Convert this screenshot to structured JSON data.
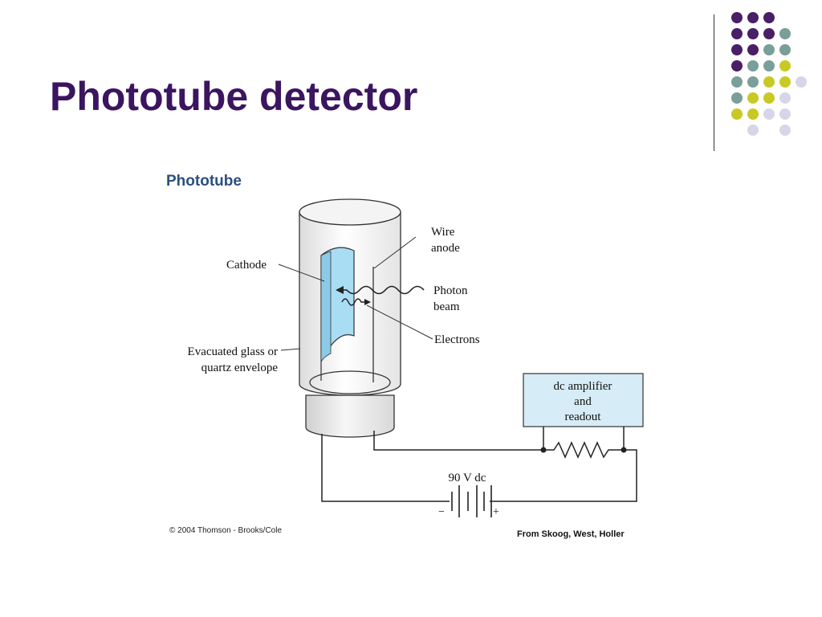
{
  "slide": {
    "title": "Phototube detector"
  },
  "palette": {
    "title_color": "#3b1560",
    "dot_purple": "#4a1f66",
    "dot_teal": "#7a9e9a",
    "dot_yellow": "#c9c924",
    "dot_lavender": "#d7d6e8",
    "cathode_fill": "#a9ddf3",
    "readout_fill": "#d6ecf6"
  },
  "figure": {
    "heading": "Phototube",
    "labels": {
      "wire_anode_line1": "Wire",
      "wire_anode_line2": "anode",
      "cathode": "Cathode",
      "photon_line1": "Photon",
      "photon_line2": "beam",
      "electrons": "Electrons",
      "envelope_line1": "Evacuated glass or",
      "envelope_line2": "quartz envelope",
      "readout_line1": "dc amplifier",
      "readout_line2": "and",
      "readout_line3": "readout",
      "battery": "90 V dc",
      "minus": "−",
      "plus": "+"
    },
    "copyright": "© 2004 Thomson - Brooks/Cole",
    "credit": "From  Skoog, West, Holler"
  }
}
